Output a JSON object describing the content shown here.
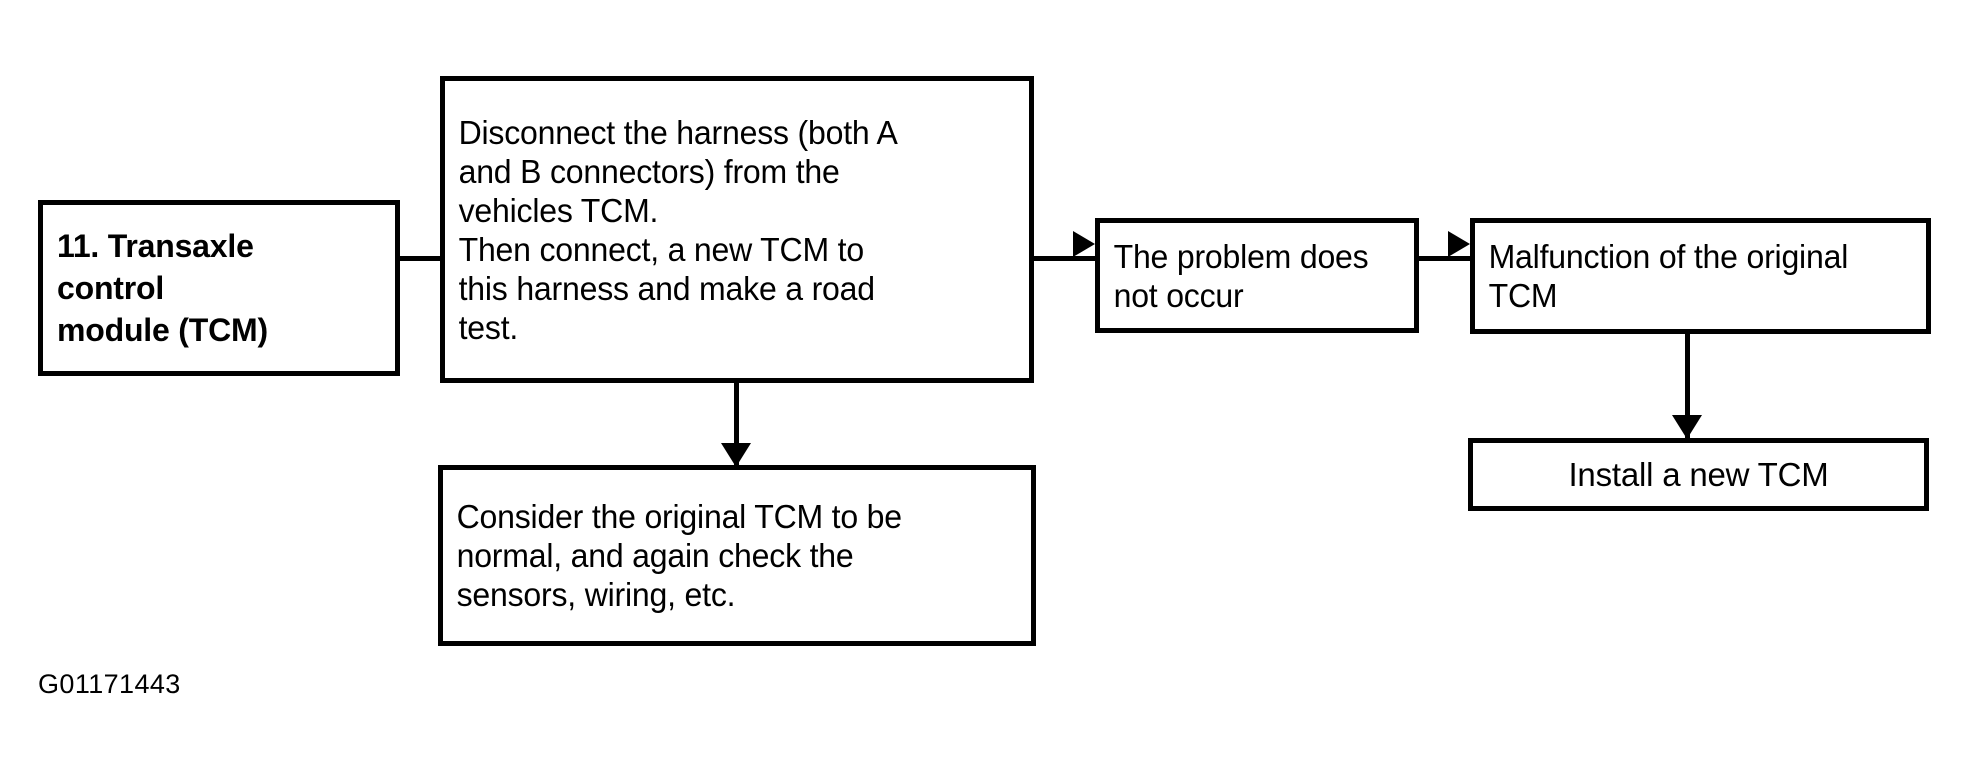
{
  "diagram": {
    "type": "flowchart",
    "caption": "G01171443",
    "colors": {
      "background": "#ffffff",
      "stroke": "#000000",
      "text": "#000000"
    },
    "nodes": [
      {
        "id": "transaxle",
        "label": "11. Transaxle\n     control\n     module (TCM)",
        "bold": true
      },
      {
        "id": "disconnect",
        "label": "Disconnect the harness (both A\nand B connectors) from the\nvehicles TCM.\nThen connect, a new TCM to\nthis harness and make a road\ntest.",
        "bold": false
      },
      {
        "id": "problem",
        "label": "The problem does\nnot occur",
        "bold": false
      },
      {
        "id": "malfunction",
        "label": "Malfunction of the original\nTCM",
        "bold": false
      },
      {
        "id": "install",
        "label": "Install a new TCM",
        "bold": false
      },
      {
        "id": "consider",
        "label": "Consider the original TCM to be\nnormal, and again check the\nsensors, wiring, etc.",
        "bold": false
      }
    ],
    "edges": [
      {
        "id": "e1",
        "from": "transaxle",
        "to": "disconnect",
        "arrowhead": false,
        "direction": "right"
      },
      {
        "id": "e2",
        "from": "disconnect",
        "to": "problem",
        "arrowhead": true,
        "direction": "right"
      },
      {
        "id": "e3",
        "from": "problem",
        "to": "malfunction",
        "arrowhead": true,
        "direction": "right"
      },
      {
        "id": "e4",
        "from": "disconnect",
        "to": "consider",
        "arrowhead": true,
        "direction": "down"
      },
      {
        "id": "e5",
        "from": "malfunction",
        "to": "install",
        "arrowhead": true,
        "direction": "down"
      }
    ]
  }
}
